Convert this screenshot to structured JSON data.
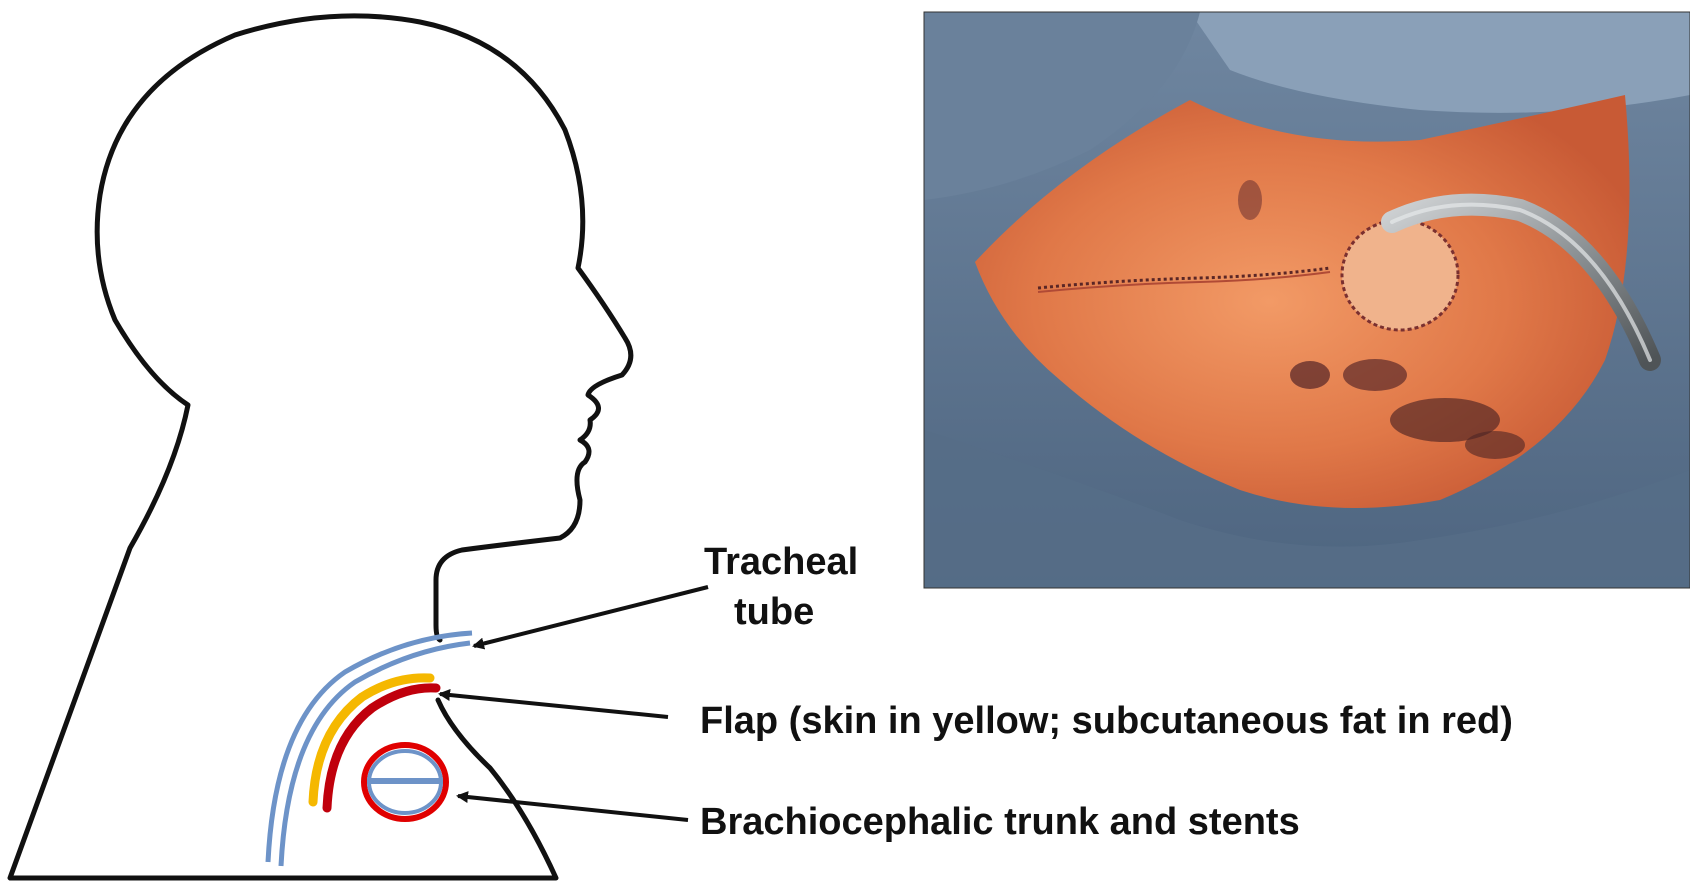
{
  "labels": {
    "tracheal_line1": "Tracheal",
    "tracheal_line2": "tube",
    "flap": "Flap (skin in yellow; subcutaneous fat in red)",
    "brachiocephalic": "Brachiocephalic trunk and stents"
  },
  "colors": {
    "outline": "#111111",
    "tracheal_tube": "#6d93c8",
    "skin": "#f5b800",
    "subcutaneous_fat": "#c0000c",
    "stent_ring": "#e00000",
    "trunk": "#6d93c8",
    "drape": "#5e7590",
    "skin_tone": "#e07a4e"
  },
  "photo": {
    "subject": "intraoperative photograph of neck wound closure with tracheal tube"
  }
}
